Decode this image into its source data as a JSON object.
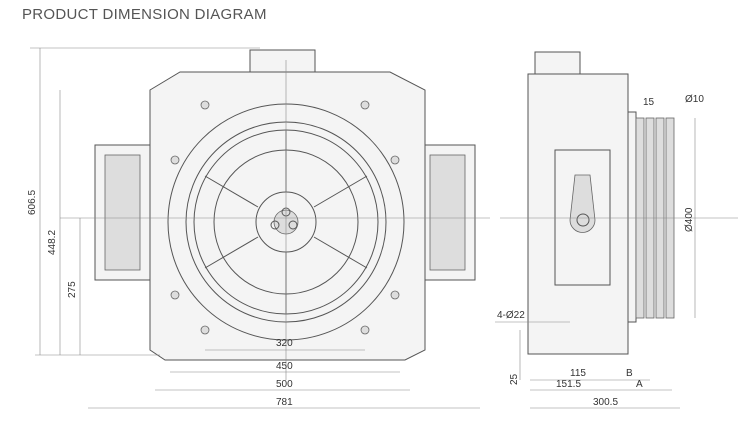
{
  "title": "PRODUCT  DIMENSION DIAGRAM",
  "front_view": {
    "height_total": "606.5",
    "height_center": "448.2",
    "height_axis": "275",
    "dim_320": "320",
    "dim_450": "450",
    "dim_500": "500",
    "dim_781": "781"
  },
  "side_view": {
    "groove_pitch": "15",
    "rope_dia": "Ø10",
    "sheave_dia": "Ø400",
    "holes": "4-Ø22",
    "base_height": "25",
    "dim_115": "115",
    "dim_B": "B",
    "dim_151_5": "151.5",
    "dim_A": "A",
    "dim_300_5": "300.5"
  }
}
